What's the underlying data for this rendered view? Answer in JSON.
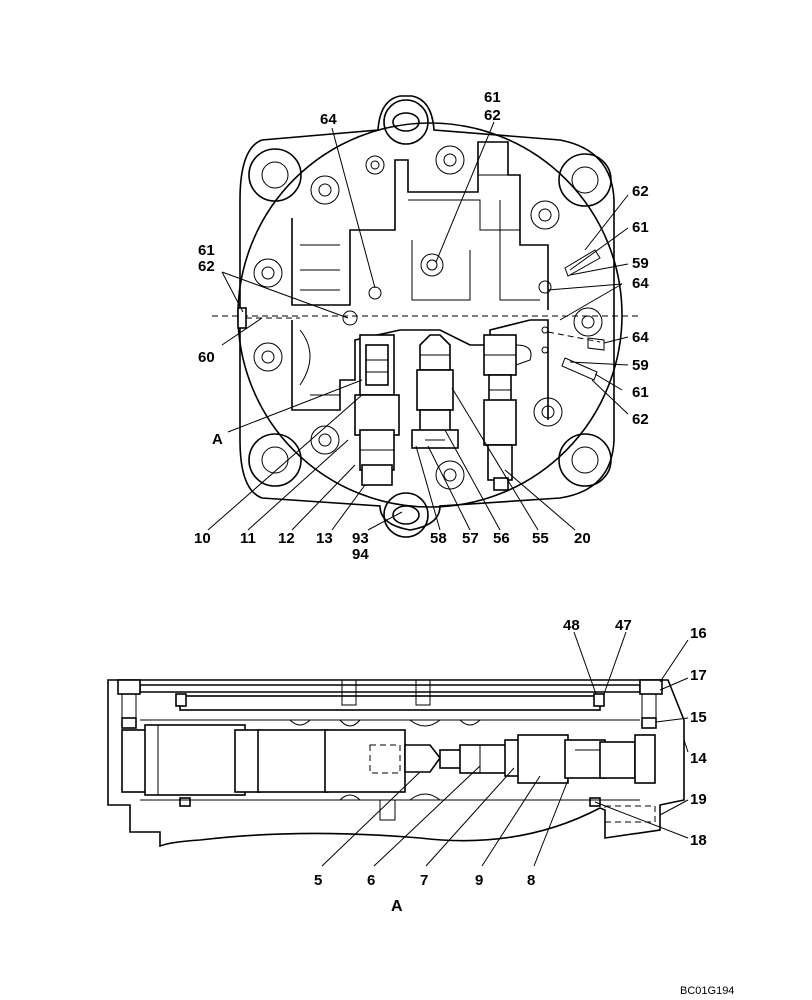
{
  "top_view": {
    "callouts": {
      "c64_top": "64",
      "c61_top": "61",
      "c62_top": "62",
      "c62_right_a": "62",
      "c61_right_a": "61",
      "c59_right_a": "59",
      "c64_right_a": "64",
      "c61_left": "61",
      "c62_left": "62",
      "c60": "60",
      "c64_right_b": "64",
      "c59_right_b": "59",
      "c61_right_b": "61",
      "c62_right_b": "62",
      "cA": "A",
      "c10": "10",
      "c11": "11",
      "c12": "12",
      "c13": "13",
      "c93": "93",
      "c94": "94",
      "c58": "58",
      "c57": "57",
      "c56": "56",
      "c55": "55",
      "c20": "20"
    }
  },
  "section_view": {
    "callouts": {
      "c48": "48",
      "c47": "47",
      "c16": "16",
      "c17": "17",
      "c15": "15",
      "c14": "14",
      "c19": "19",
      "c18": "18",
      "c5": "5",
      "c6": "6",
      "c7": "7",
      "c9": "9",
      "c8": "8"
    },
    "section_label": "A"
  },
  "drawing_code": "BC01G194"
}
